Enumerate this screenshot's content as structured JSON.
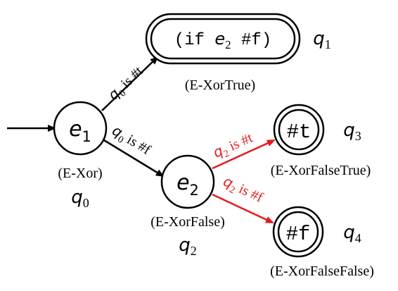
{
  "states": {
    "e1": {
      "base": "e",
      "sub": "1"
    },
    "e2": {
      "base": "e",
      "sub": "2"
    },
    "q1": {
      "pre": "(if ",
      "base": "e",
      "sub": "2",
      "post": " #f)"
    },
    "q3": {
      "text": "#t"
    },
    "q4": {
      "text": "#f"
    }
  },
  "state_labels": {
    "e1_rule": "(E-Xor)",
    "e1_q": {
      "base": "q",
      "sub": "0"
    },
    "e2_rule": "(E-XorFalse)",
    "e2_q": {
      "base": "q",
      "sub": "2"
    },
    "q1_rule": "(E-XorTrue)",
    "q1_q": {
      "base": "q",
      "sub": "1"
    },
    "q3_rule": "(E-XorFalseTrue)",
    "q3_q": {
      "base": "q",
      "sub": "3"
    },
    "q4_rule": "(E-XorFalseFalse)",
    "q4_q": {
      "base": "q",
      "sub": "4"
    }
  },
  "edges": {
    "e1_to_q1": {
      "base": "q",
      "sub": "0",
      "rest": " is #t"
    },
    "e1_to_e2": {
      "base": "q",
      "sub": "0",
      "rest": " is #f"
    },
    "e2_to_q3": {
      "base": "q",
      "sub": "2",
      "rest": " is #t"
    },
    "e2_to_q4": {
      "base": "q",
      "sub": "2",
      "rest": " is #f"
    }
  },
  "colors": {
    "black": "#000000",
    "red": "#e31b1b"
  }
}
